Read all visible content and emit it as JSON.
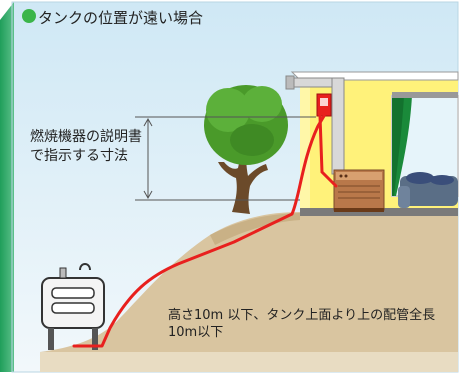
{
  "title": "タンクの位置が遠い場合",
  "dimension_label": "燃焼機器の説明書で指示する寸法",
  "condition_note": "高さ10m 以下、タンク上面より上の配管全長10m以下",
  "colors": {
    "title_dot": "#3bb54a",
    "pipe": "#e8201e",
    "sky": "#cfe8f5",
    "hill": "#d9c5a0",
    "house_wall": "#fff27a",
    "curtain": "#1a8a3a"
  }
}
